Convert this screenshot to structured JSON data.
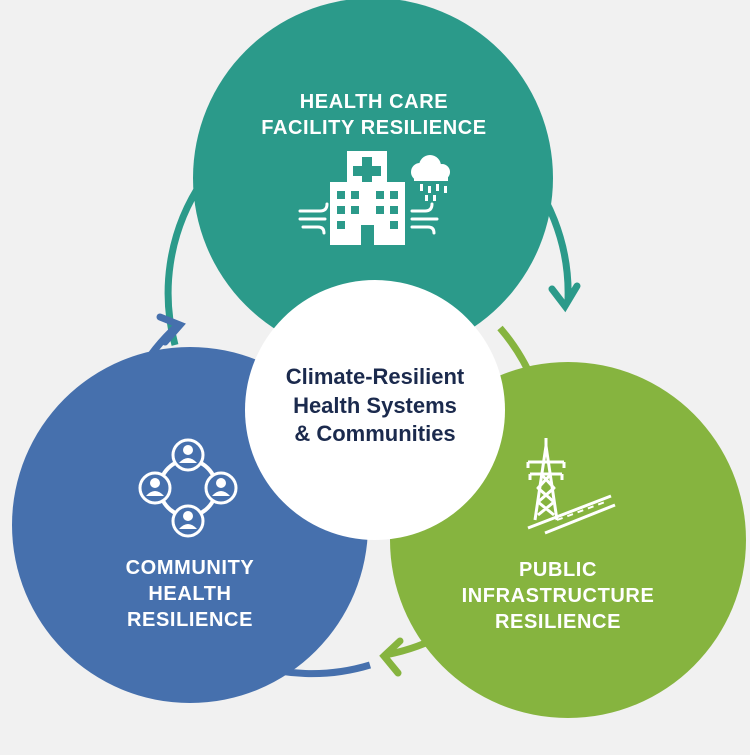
{
  "center": {
    "lines": [
      "Climate-Resilient",
      "Health Systems",
      "& Communities"
    ]
  },
  "segments": [
    {
      "id": "health-care",
      "lines": [
        "HEALTH CARE",
        "FACILITY RESILIENCE"
      ],
      "color": "#2b9a8a",
      "icon": "hospital-building-storm-icon"
    },
    {
      "id": "community",
      "lines": [
        "COMMUNITY",
        "HEALTH",
        "RESILIENCE"
      ],
      "color": "#4670ad",
      "icon": "community-network-icon"
    },
    {
      "id": "infrastructure",
      "lines": [
        "PUBLIC",
        "INFRASTRUCTURE",
        "RESILIENCE"
      ],
      "color": "#86b43f",
      "icon": "power-tower-road-icon"
    }
  ]
}
